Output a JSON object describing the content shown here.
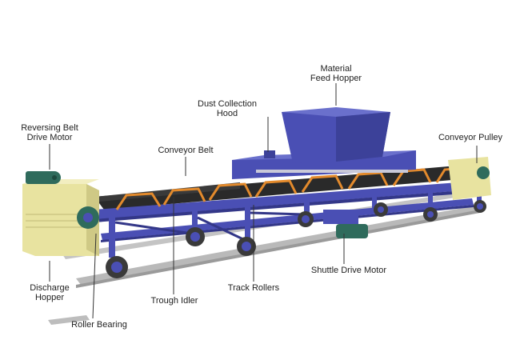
{
  "diagram": {
    "labels": {
      "material_feed_hopper": "Material\nFeed Hopper",
      "dust_collection_hood": "Dust Collection\nHood",
      "reversing_belt_drive_motor": "Reversing Belt\nDrive Motor",
      "conveyor_belt": "Conveyor Belt",
      "conveyor_pulley": "Conveyor Pulley",
      "discharge_hopper": "Discharge\nHopper",
      "roller_bearing": "Roller Bearing",
      "trough_idler": "Trough Idler",
      "track_rollers": "Track Rollers",
      "shuttle_drive_motor": "Shuttle Drive Motor"
    },
    "colors": {
      "frame_blue": "#4a4fb4",
      "frame_blue_dark": "#333788",
      "idler_orange": "#e38a2c",
      "motor_green": "#2f6b5c",
      "hopper_yellow": "#e8e3a0",
      "belt_black": "#2a2a2a",
      "rail_gray": "#b8b8b8",
      "label_text": "#222222",
      "leader_line": "#333333"
    }
  }
}
